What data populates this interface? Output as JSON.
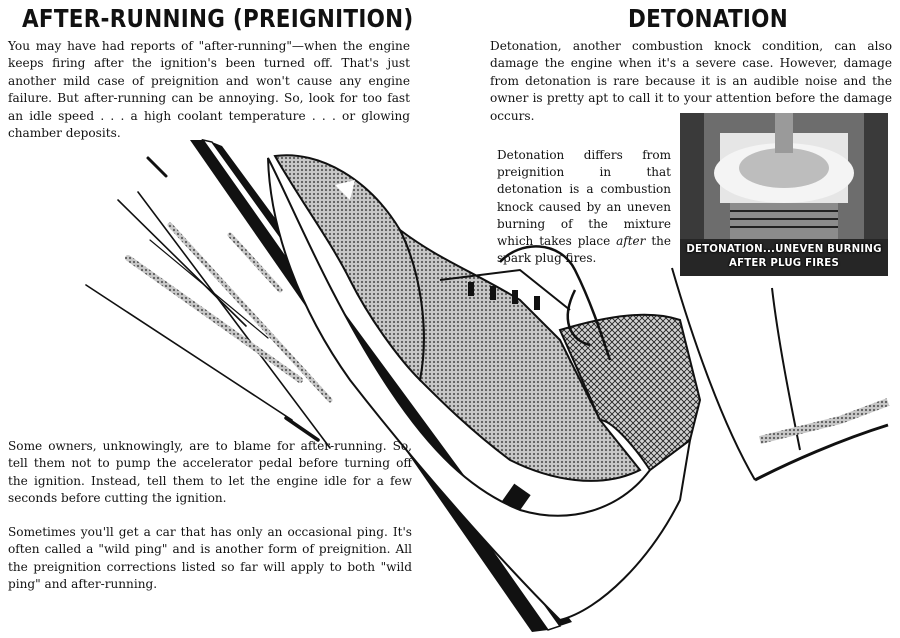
{
  "left": {
    "heading": "AFTER-RUNNING (PREIGNITION)",
    "intro": "You may have had reports of \"after-running\"—when the engine keeps firing after the ignition's been turned off. That's just another mild case of preignition and won't cause any engine failure. But after-running can be annoying. So, look for too fast an idle speed . . . a high coolant temperature . . . or glowing chamber deposits.",
    "owners": "Some owners, unknowingly, are to blame for after-running. So, tell them not to pump the accelerator pedal before turning off the ignition. Instead, tell them to let the engine idle for a few seconds before cutting the ignition.",
    "wild_ping": "Sometimes you'll get a car that has only an occasional ping. It's often called a \"wild ping\" and is another form of preignition. All the preignition corrections listed so far will apply to both \"wild ping\" and after-running."
  },
  "right": {
    "heading": "DETONATION",
    "intro": "Detonation, another combustion knock condition, can also damage the engine when it's a severe case. However, damage from detonation is rare because it is an audible noise and the owner is pretty apt to call it to your attention before the damage occurs.",
    "differs_before": "Detonation differs from preignition in that detonation is a combustion knock caused by an uneven burning of the mixture which takes place ",
    "differs_emphasis": "after",
    "differs_after": " the spark plug fires.",
    "inset_caption_line1": "DETONATION...UNEVEN BURNING",
    "inset_caption_line2": "AFTER PLUG FIRES"
  }
}
